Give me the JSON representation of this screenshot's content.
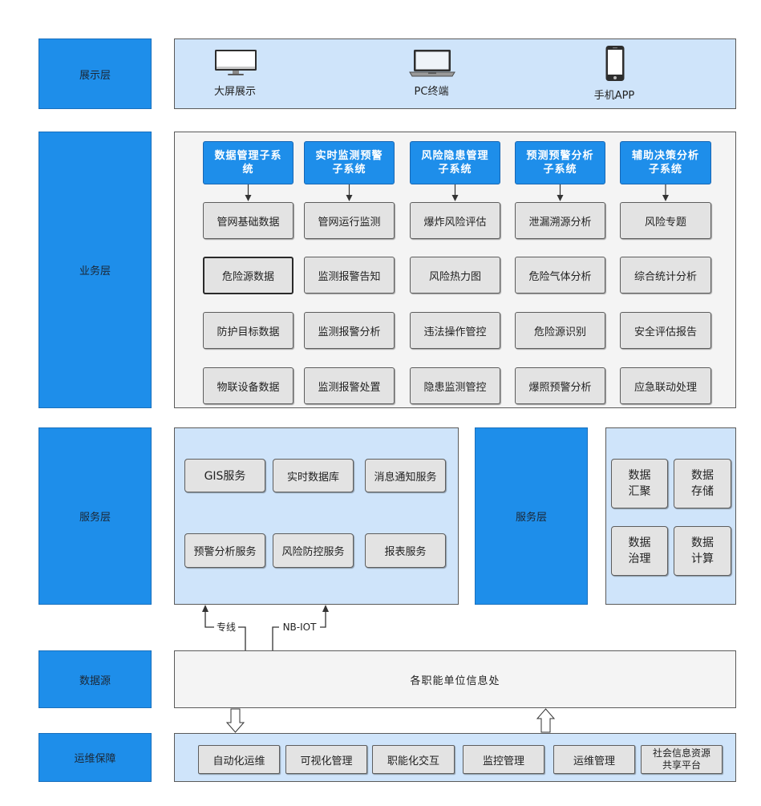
{
  "presentation": {
    "label": "展示层",
    "devices": [
      {
        "label": "大屏展示",
        "icon": "monitor-icon"
      },
      {
        "label": "PC终端",
        "icon": "laptop-icon"
      },
      {
        "label": "手机APP",
        "icon": "phone-icon"
      }
    ]
  },
  "business": {
    "label": "业务层",
    "subsystems": [
      {
        "title_lines": [
          "数据管理子系",
          "统"
        ],
        "modules": [
          "管网基础数据",
          "危险源数据",
          "防护目标数据",
          "物联设备数据"
        ]
      },
      {
        "title_lines": [
          "实时监测预警",
          "子系统"
        ],
        "modules": [
          "管网运行监测",
          "监测报警告知",
          "监测报警分析",
          "监测报警处置"
        ]
      },
      {
        "title_lines": [
          "风险隐患管理",
          "子系统"
        ],
        "modules": [
          "爆炸风险评估",
          "风险热力图",
          "违法操作管控",
          "隐患监测管控"
        ]
      },
      {
        "title_lines": [
          "预测预警分析",
          "子系统"
        ],
        "modules": [
          "泄漏溯源分析",
          "危险气体分析",
          "危险源识别",
          "爆照预警分析"
        ]
      },
      {
        "title_lines": [
          "辅助决策分析",
          "子系统"
        ],
        "modules": [
          "风险专题",
          "综合统计分析",
          "安全评估报告",
          "应急联动处理"
        ]
      }
    ]
  },
  "service": {
    "label": "服务层",
    "services": [
      "GIS服务",
      "实时数据库",
      "消息通知服务",
      "预警分析服务",
      "风险防控服务",
      "报表服务"
    ],
    "center_label": "服务层",
    "data_ops": [
      {
        "lines": [
          "数据",
          "汇聚"
        ]
      },
      {
        "lines": [
          "数据",
          "存储"
        ]
      },
      {
        "lines": [
          "数据",
          "治理"
        ]
      },
      {
        "lines": [
          "数据",
          "计算"
        ]
      }
    ]
  },
  "links": {
    "dedicated_line": "专线",
    "nb_iot": "NB-IOT"
  },
  "data_source": {
    "label": "数据源",
    "content": "各职能单位信息处"
  },
  "operations": {
    "label": "运维保障",
    "items": [
      {
        "lines": [
          "自动化运维"
        ]
      },
      {
        "lines": [
          "可视化管理"
        ]
      },
      {
        "lines": [
          "职能化交互"
        ]
      },
      {
        "lines": [
          "监控管理"
        ]
      },
      {
        "lines": [
          "运维管理"
        ]
      },
      {
        "lines": [
          "社会信息资源",
          "共享平台"
        ]
      }
    ]
  },
  "colors": {
    "layer_blue": "#1e8eea",
    "panel_blue": "#cfe4fa",
    "panel_grey": "#f4f4f4",
    "module_grey": "#e3e3e3"
  }
}
